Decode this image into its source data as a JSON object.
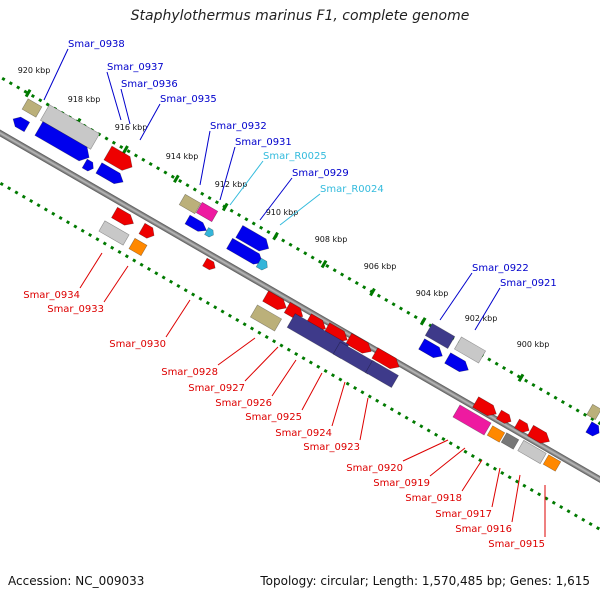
{
  "title": "Staphylothermus marinus F1, complete genome",
  "footer": {
    "accession": "Accession: NC_009033",
    "summary": "Topology: circular; Length: 1,570,485 bp; Genes: 1,615"
  },
  "colors": {
    "blue": "#0000ee",
    "red": "#ee0000",
    "gray": "#c8c8c8",
    "khaki": "#bbb07a",
    "navy": "#3e3a8a",
    "magenta": "#ee1aa0",
    "orange": "#ff8800",
    "cyan": "#35b5d9",
    "darkgray": "#777777",
    "tick": "#007a00",
    "label_blue": "#0000cc",
    "label_red": "#dd0000",
    "label_cyan": "#33bbdd"
  },
  "ruler_labels": [
    "920 kbp",
    "918 kbp",
    "916 kbp",
    "914 kbp",
    "912 kbp",
    "910 kbp",
    "908 kbp",
    "906 kbp",
    "904 kbp",
    "902 kbp",
    "900 kbp"
  ],
  "top_genes": [
    "Smar_0938",
    "Smar_0937",
    "Smar_0936",
    "Smar_0935",
    "Smar_0932",
    "Smar_0931",
    "Smar_R0025",
    "Smar_0929",
    "Smar_R0024",
    "Smar_0922",
    "Smar_0921"
  ],
  "bottom_genes": [
    "Smar_0934",
    "Smar_0933",
    "Smar_0930",
    "Smar_0928",
    "Smar_0927",
    "Smar_0926",
    "Smar_0925",
    "Smar_0924",
    "Smar_0923",
    "Smar_0920",
    "Smar_0919",
    "Smar_0918",
    "Smar_0917",
    "Smar_0916",
    "Smar_0915"
  ]
}
